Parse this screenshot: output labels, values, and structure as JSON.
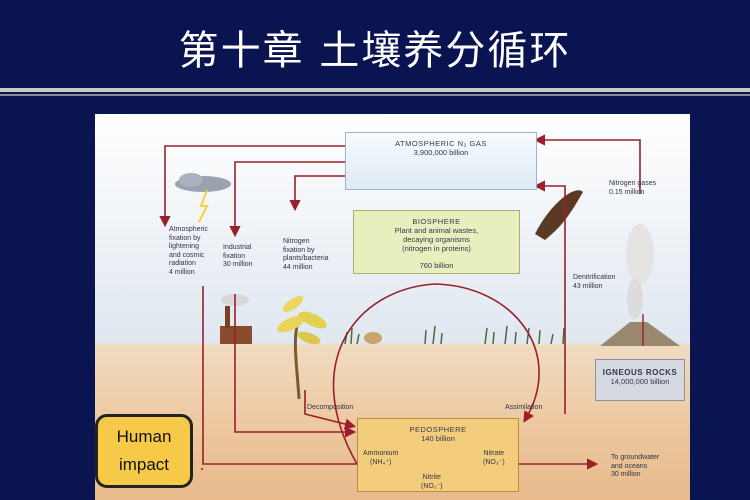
{
  "title": "第十章 土壤养分循环",
  "atmosphere": {
    "heading": "ATMOSPHERIC N₂ GAS",
    "amount": "3,900,000 billion"
  },
  "biosphere": {
    "heading": "BIOSPHERE",
    "line1": "Plant and animal wastes,",
    "line2": "decaying organisms",
    "line3": "(nitrogen in proteins)",
    "amount": "760 billion"
  },
  "igneous": {
    "heading": "IGNEOUS ROCKS",
    "amount": "14,000,000 billion"
  },
  "pedosphere": {
    "heading": "PEDOSPHERE",
    "amount": "140 billion"
  },
  "ammonium": {
    "name": "Ammonium",
    "formula": "(NH₄⁺)"
  },
  "nitrite": {
    "name": "Nitrite",
    "formula": "(NO₂⁻)"
  },
  "nitrate": {
    "name": "Nitrate",
    "formula": "(NO₃⁻)"
  },
  "atmospheric_fixation": {
    "l1": "Atmospheric",
    "l2": "fixation by",
    "l3": "lightening",
    "l4": "and cosmic",
    "l5": "radiation",
    "l6": "4 million"
  },
  "industrial_fixation": {
    "l1": "Industrial",
    "l2": "fixation",
    "l3": "30 million"
  },
  "nitrogen_fixation": {
    "l1": "Nitrogen",
    "l2": "fixation by",
    "l3": "plants/bacteria",
    "l4": "44 million"
  },
  "nitrogen_gases": {
    "l1": "Nitrogen gases",
    "l2": "0.15 million"
  },
  "denitrification": {
    "l1": "Denitrification",
    "l2": "43 million"
  },
  "decomposition": "Decomposition",
  "assimilation": "Assimilation",
  "groundwater": {
    "l1": "To groundwater",
    "l2": "and oceans",
    "l3": "30 million"
  },
  "human_impact": {
    "l1": "Human",
    "l2": "impact"
  }
}
